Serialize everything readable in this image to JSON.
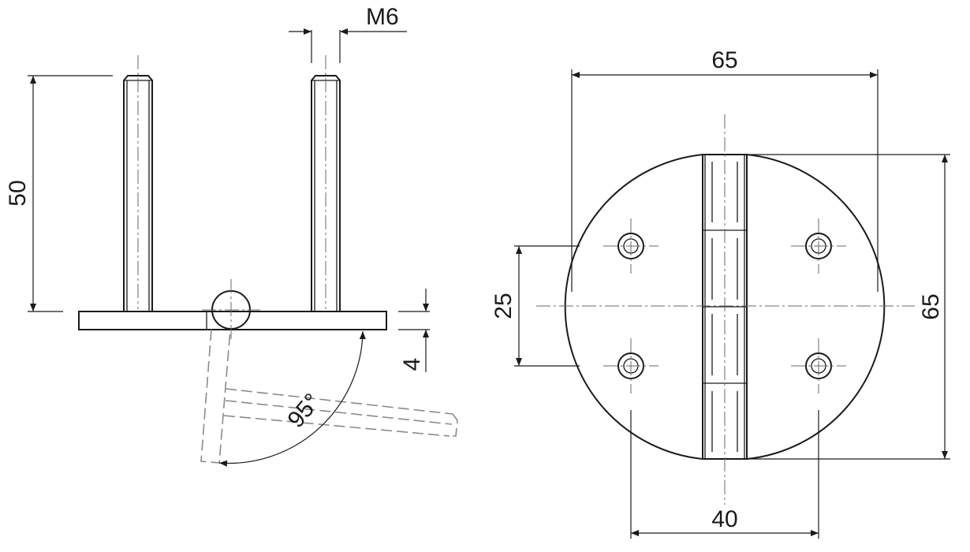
{
  "drawing": {
    "labels": {
      "thread": "M6",
      "stud_height": "50",
      "plate_thickness": "4",
      "open_angle": "95°",
      "plate_width": "65",
      "plate_height": "65",
      "hole_spacing_vertical": "25",
      "hole_spacing_horizontal": "40"
    },
    "colors": {
      "line": "#1a1a1a",
      "hidden": "#8a8a8a",
      "centerline": "#6a6a6a",
      "background": "#ffffff"
    }
  }
}
